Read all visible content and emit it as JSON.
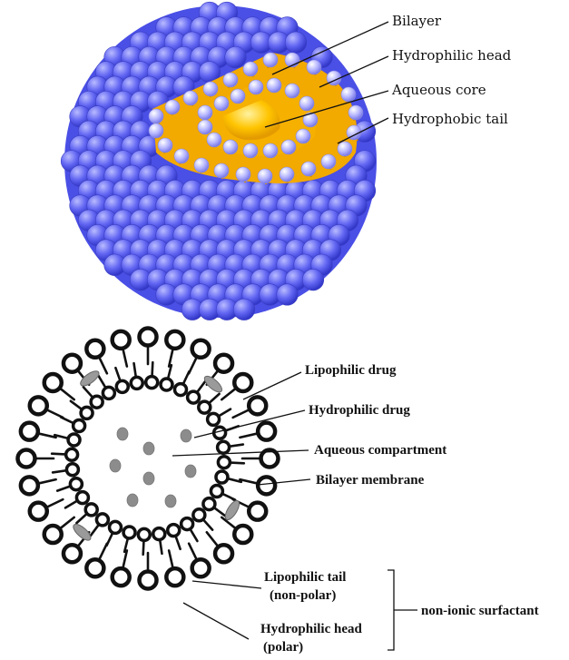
{
  "top_diagram": {
    "labels": [
      "Bilayer",
      "Hydrophilic head",
      "Aqueous core",
      "Hydrophobic tail"
    ],
    "colors": {
      "outer_sphere": "#5a5ff0",
      "head": "#a9a9ff",
      "tail": "#f2a900",
      "core": "#ffc400"
    }
  },
  "bottom_diagram": {
    "labels": {
      "lipophilic_drug": "Lipophilic drug",
      "hydrophilic_drug": "Hydrophilic drug",
      "aqueous_compartment": "Aqueous compartment",
      "bilayer_membrane": "Bilayer membrane",
      "lipophilic_tail": "Lipophilic tail",
      "non_polar": "(non-polar)",
      "hydrophilic_head": "Hydrophilic head",
      "polar": "(polar)",
      "surfactant": "non-ionic surfactant"
    },
    "colors": {
      "ring": "#111111",
      "drug": "#8c8c8c"
    }
  }
}
